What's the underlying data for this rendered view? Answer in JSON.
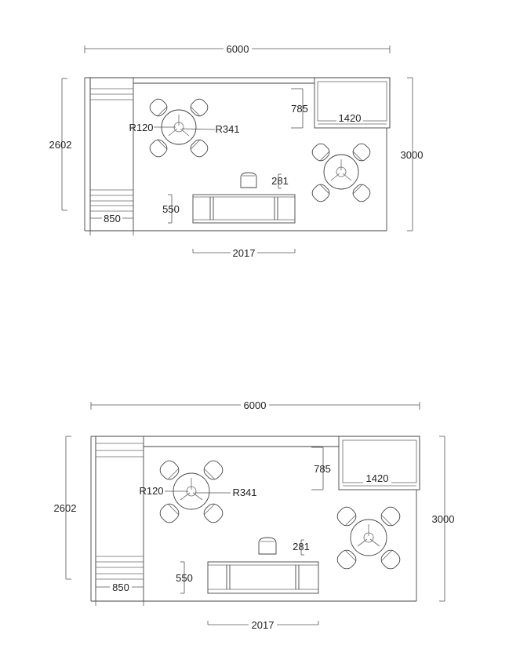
{
  "plans": [
    {
      "dimensions": {
        "overall_width": "6000",
        "left_height": "2602",
        "right_height": "3000",
        "cabinet_depth": "785",
        "cabinet_width": "1420",
        "stool_offset": "281",
        "counter_depth": "550",
        "bench_width": "850",
        "counter_length": "2017",
        "chair_radius": "R120",
        "table_radius": "R341"
      }
    },
    {
      "dimensions": {
        "overall_width": "6000",
        "left_height": "2602",
        "right_height": "3000",
        "cabinet_depth": "785",
        "cabinet_width": "1420",
        "stool_offset": "281",
        "counter_depth": "550",
        "bench_width": "850",
        "counter_length": "2017",
        "chair_radius": "R120",
        "table_radius": "R341"
      }
    }
  ]
}
